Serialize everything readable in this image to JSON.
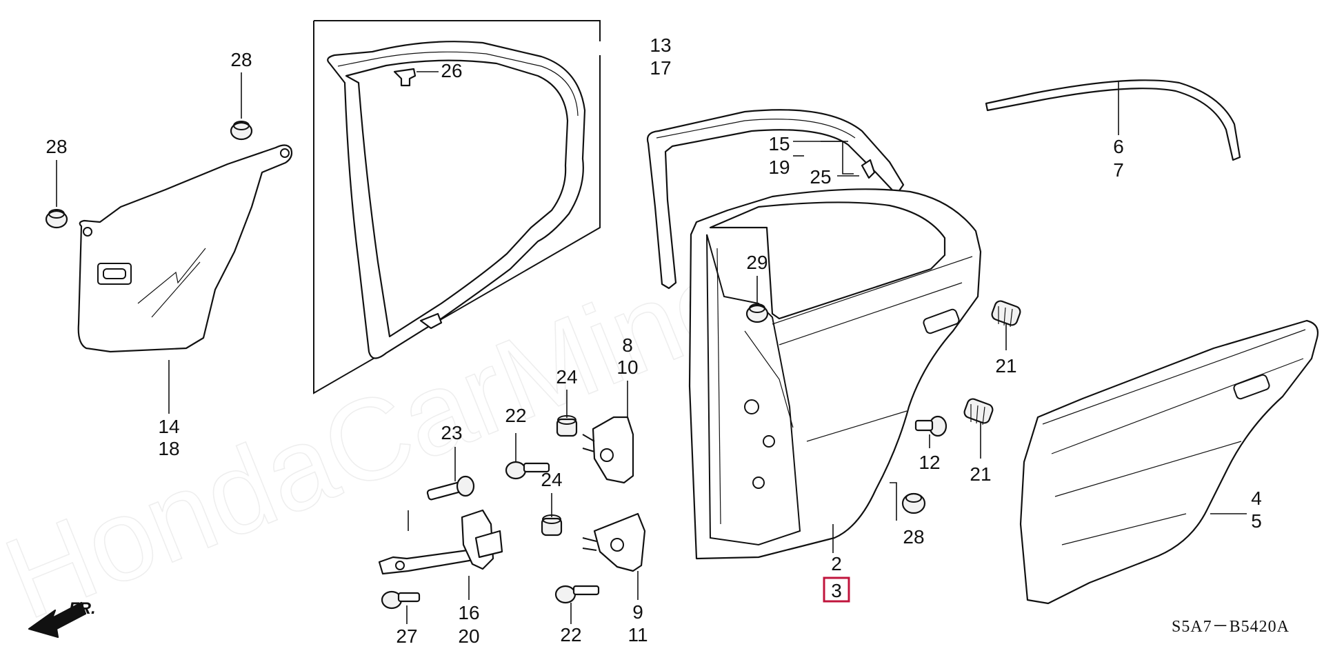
{
  "watermark": "HondaCarMine.ru",
  "ref_code": "S5A7－B5420A",
  "direction_label": "FR.",
  "labels": {
    "l1": "28",
    "l2": "28",
    "l3": "14",
    "l4": "18",
    "l5": "26",
    "l6": "13",
    "l7": "17",
    "l8": "15",
    "l9": "19",
    "l10": "25",
    "l11": "6",
    "l12": "7",
    "l13": "29",
    "l14": "21",
    "l15": "21",
    "l16": "12",
    "l17": "28",
    "l18": "2",
    "l19": "3",
    "l20": "4",
    "l21": "5",
    "l22": "8",
    "l23": "10",
    "l24": "24",
    "l25": "24",
    "l26": "22",
    "l27": "22",
    "l28": "23",
    "l29": "16",
    "l30": "20",
    "l31": "27",
    "l32": "9",
    "l33": "11"
  },
  "colors": {
    "line": "#111111",
    "highlight": "#c0143c",
    "watermark": "#eeeeee"
  }
}
